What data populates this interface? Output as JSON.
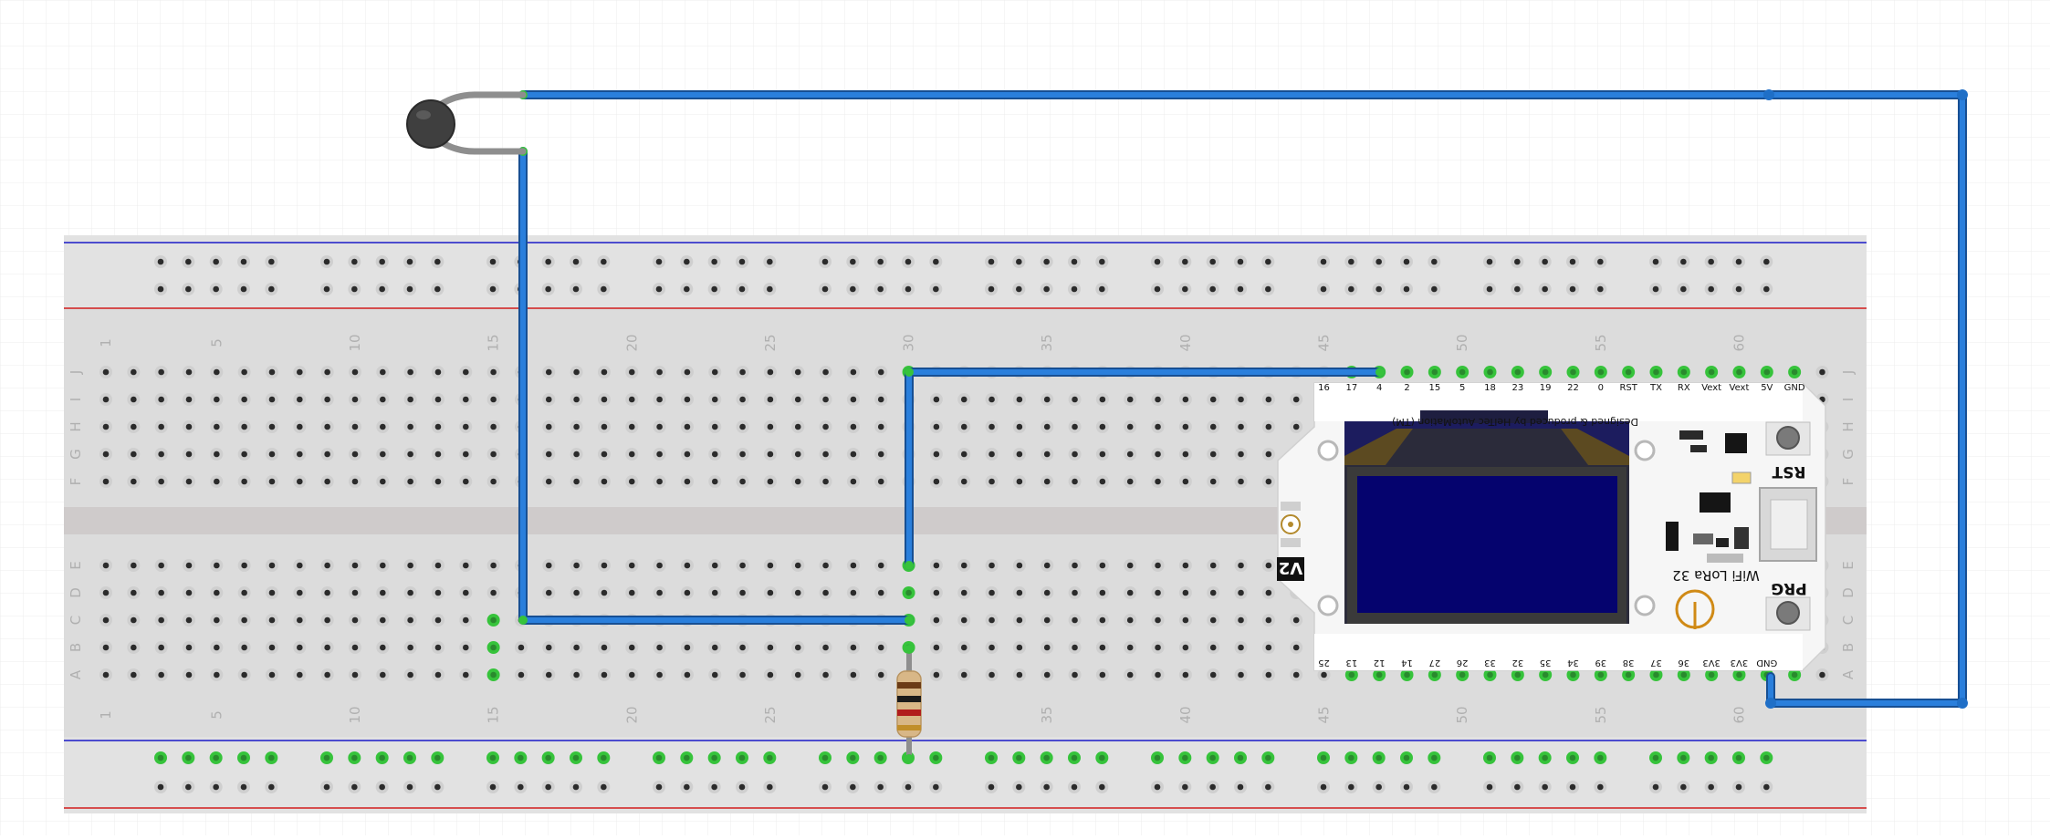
{
  "breadboard": {
    "column_numbers": [
      "1",
      "5",
      "10",
      "15",
      "20",
      "25",
      "30",
      "35",
      "40",
      "45",
      "50",
      "55",
      "60"
    ],
    "top_row_letters": [
      "J",
      "I",
      "H",
      "G",
      "F"
    ],
    "bottom_row_letters": [
      "E",
      "D",
      "C",
      "B",
      "A"
    ]
  },
  "board": {
    "top_pins": [
      "16",
      "17",
      "4",
      "2",
      "15",
      "5",
      "18",
      "23",
      "19",
      "22",
      "0",
      "RST",
      "TX",
      "RX",
      "Vext",
      "Vext",
      "5V",
      "GND"
    ],
    "bottom_pins": [
      "25",
      "13",
      "12",
      "14",
      "27",
      "26",
      "33",
      "32",
      "35",
      "34",
      "39",
      "38",
      "37",
      "36",
      "3V3",
      "3V3",
      "GND"
    ],
    "credit_text": "Designed & produced by HelTec AutoMation (TM)",
    "version_label": "V2",
    "rst_label": "RST",
    "prg_label": "PRG",
    "board_name": "WiFi LoRa 32"
  },
  "colors": {
    "wire": "#1f6fc7",
    "lead": "#8e8e8e",
    "power_rail_pos": "#d11d1d",
    "power_rail_neg": "#1a1ac8",
    "display": "#05036e",
    "hole_connected": "#36c33b"
  }
}
